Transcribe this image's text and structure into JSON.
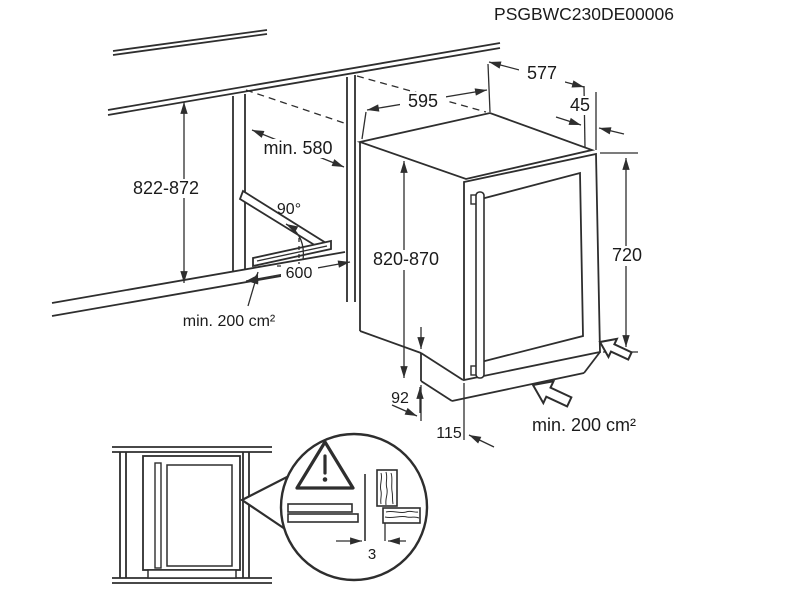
{
  "title": "PSGBWC230DE00006",
  "colors": {
    "line": "#2e2e2e",
    "text": "#1b1b1b",
    "background": "#ffffff"
  },
  "dimensions": {
    "top_width": "577",
    "top_depth": "595",
    "top_offset": "45",
    "niche_depth": "min. 580",
    "niche_height": "822-872",
    "door_angle": "90°",
    "appliance_height": "820-870",
    "door_height": "720",
    "vent_width": "600",
    "vent_area_front": "min. 200 cm²",
    "plinth_height": "92",
    "plinth_recess": "115",
    "vent_area_rear": "min. 200 cm²",
    "side_gap": "3"
  }
}
